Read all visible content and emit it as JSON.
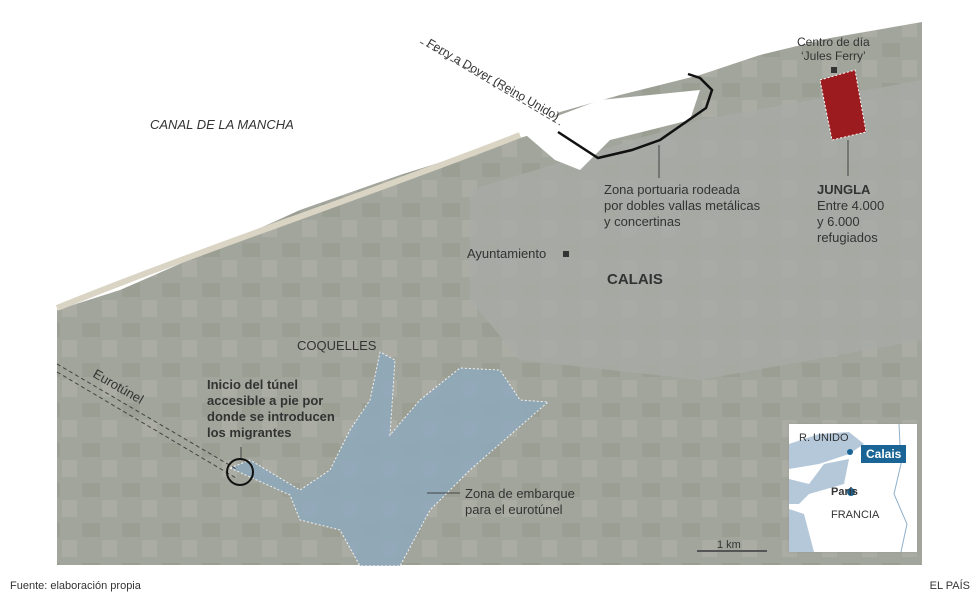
{
  "labels": {
    "sea": "CANAL DE LA MANCHA",
    "ferry": "Ferry a Dover  (Reino Unido)",
    "day_center": [
      "Centro de día",
      "‘Jules Ferry’"
    ],
    "port": [
      "Zona portuaria rodeada",
      "por dobles vallas metálicas",
      "y concertinas"
    ],
    "jungle_title": "JUNGLA",
    "jungle_text": [
      "Entre 4.000",
      "y 6.000",
      "refugiados"
    ],
    "town_hall": "Ayuntamiento",
    "city": "CALAIS",
    "coquelles": "COQUELLES",
    "eurotunnel": "Eurotúnel",
    "tunnel_start": [
      "Inicio del túnel",
      "accesible a pie por",
      "donde se introducen",
      "los migrantes"
    ],
    "boarding": [
      "Zona de embarque",
      "para el eurotúnel"
    ],
    "scale": "1 km"
  },
  "inset": {
    "uk": "R. UNIDO",
    "calais": "Calais",
    "paris": "París",
    "france": "FRANCIA"
  },
  "footer": {
    "source": "Fuente: elaboración propia",
    "brand": "EL PAÍS"
  },
  "colors": {
    "jungle": "#9b1b1e",
    "boarding": "#8fa9bd",
    "inset_accent": "#1a6496",
    "land": "#a3a59c"
  }
}
